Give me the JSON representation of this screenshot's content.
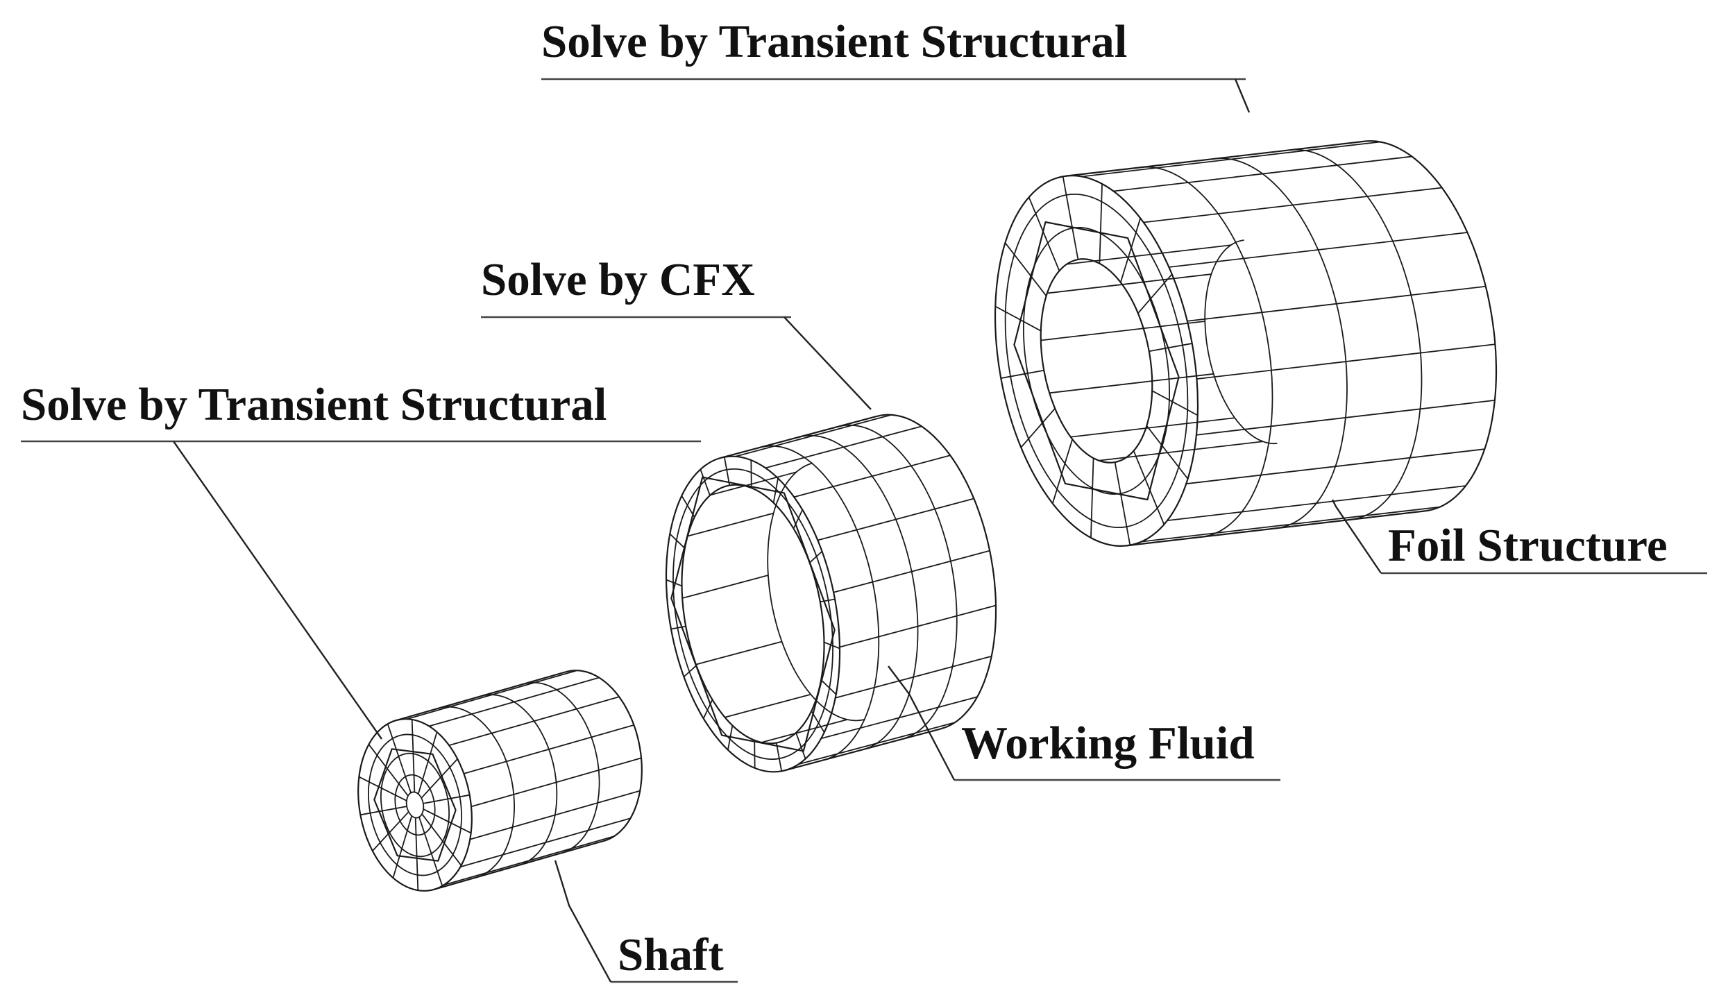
{
  "diagram": {
    "labels": {
      "foil_solver": "Solve by Transient Structural",
      "fluid_solver": "Solve by CFX",
      "shaft_solver": "Solve by Transient Structural",
      "foil_name": "Foil Structure",
      "fluid_name": "Working Fluid",
      "shaft_name": "Shaft"
    }
  }
}
